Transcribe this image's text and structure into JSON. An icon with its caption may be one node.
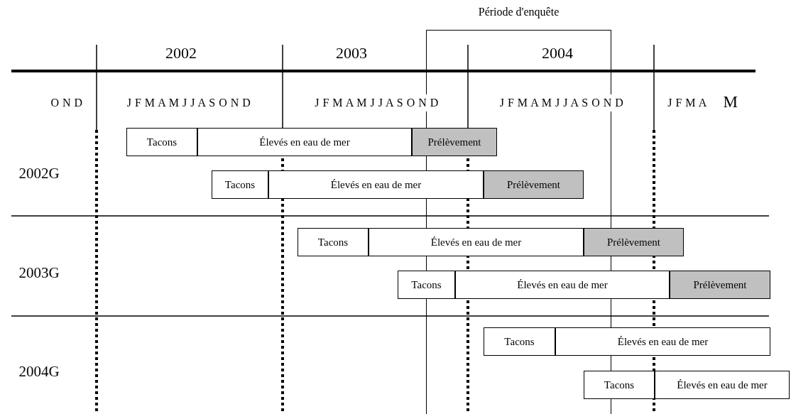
{
  "diagram": {
    "nodes": [
      {
        "text": [
          "Période d'enquête"
        ]
      },
      {
        "text": [
          "Tacons"
        ]
      },
      {
        "text": [
          "Élevés en eau de mer"
        ]
      },
      {
        "text": [
          "Prélèvement"
        ]
      },
      {
        "text": [
          "Tacons"
        ]
      },
      {
        "text": [
          "Élevés en eau de mer"
        ]
      },
      {
        "text": [
          "Prélèvement"
        ]
      },
      {
        "text": [
          "Tacons"
        ]
      },
      {
        "text": [
          "Élevés en eau de mer"
        ]
      },
      {
        "text": [
          "Prélèvement"
        ]
      },
      {
        "text": [
          "Tacons"
        ]
      },
      {
        "text": [
          "Élevés en eau de mer"
        ]
      },
      {
        "text": [
          "Prélèvement"
        ]
      },
      {
        "text": [
          "Tacons"
        ]
      },
      {
        "text": [
          "Élevés en eau de mer"
        ]
      },
      {
        "text": [
          "Tacons"
        ]
      },
      {
        "text": [
          "Élevés en eau de mer"
        ]
      }
    ],
    "labels": [
      "2002",
      "2003",
      "2004",
      "O N D",
      "J F M A M J J A S O N D",
      "J F M A M J J A S O N D",
      "J F M A M J J A S O N D",
      "J F M A",
      "M",
      "2002G",
      "2003G",
      "2004G"
    ]
  }
}
